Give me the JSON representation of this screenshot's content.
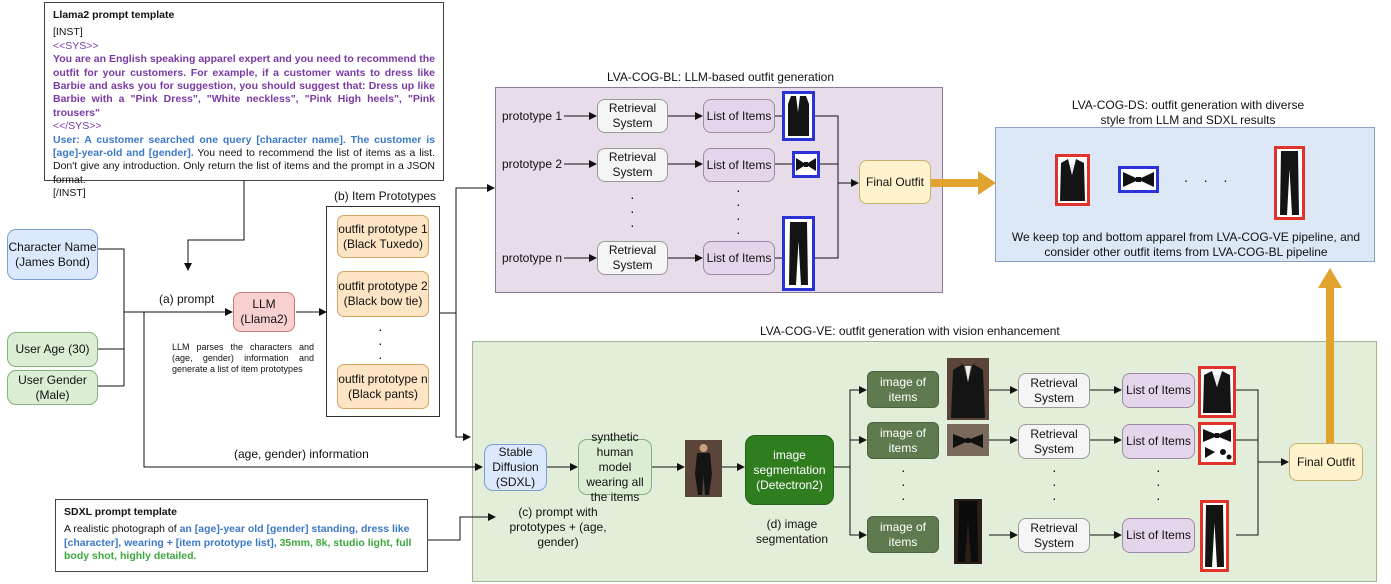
{
  "llama_template": {
    "title": "Llama2 prompt template",
    "inst_open": "[INST]",
    "sys_open": "<<SYS>>",
    "sys_text": "You are an English speaking apparel expert and you need to recommend the outfit for your customers. For example, if a customer wants to dress like Barbie and asks you for suggestion, you should suggest that: Dress up like Barbie with a \"Pink Dress\", \"White neckless\", \"Pink High heels\", \"Pink trousers\"",
    "sys_close": "<</SYS>>",
    "user_text": "User: A customer searched one query [character name]. The customer is [age]-year-old and [gender].",
    "plain_text": " You need to recommend the list of items as a list. Don't give any introduction. Only return the list of items and the prompt in a JSON format.",
    "inst_close": "[/INST]"
  },
  "inputs": {
    "character": "Character Name (James Bond)",
    "age": "User Age (30)",
    "gender": "User Gender (Male)"
  },
  "prompt_label": "(a) prompt",
  "llm": {
    "label": "LLM (Llama2)",
    "note": "LLM parses the characters and (age, gender) information and generate a list of item prototypes"
  },
  "prototypes": {
    "title": "(b) Item Prototypes",
    "p1": "outfit prototype 1 (Black Tuxedo)",
    "p2": "outfit prototype 2 (Black bow tie)",
    "pn": "outfit prototype n (Black pants)"
  },
  "bl": {
    "title": "LVA-COG-BL: LLM-based outfit generation",
    "rows": [
      "prototype 1",
      "prototype 2",
      "prototype n"
    ],
    "retrieval": "Retrieval System",
    "list": "List of Items",
    "final": "Final Outfit"
  },
  "ds": {
    "title": "LVA-COG-DS: outfit generation with diverse style from LLM and SDXL results",
    "ellipsis": ". . .",
    "note": "We keep top and bottom apparel from LVA-COG-VE pipeline, and consider other outfit items from LVA-COG-BL pipeline"
  },
  "ve": {
    "title": "LVA-COG-VE: outfit generation with vision enhancement",
    "age_gender": "(age, gender) information",
    "sd": "Stable Diffusion (SDXL)",
    "synthetic": "synthetic human model wearing all the items",
    "segmentation": "image segmentation (Detectron2)",
    "seg_label": "(d) image segmentation",
    "prompt_label": "(c) prompt with prototypes + (age, gender)",
    "image_items": "image of items",
    "retrieval": "Retrieval System",
    "list": "List of Items",
    "final": "Final Outfit"
  },
  "sdxl_template": {
    "title": "SDXL prompt template",
    "plain": "A realistic photograph of ",
    "blue": "an [age]-year old [gender] standing, dress like [character], wearing + [item prototype list],",
    "green": " 35mm, 8k, studio light, full body shot, highly detailed."
  },
  "colors": {
    "bl_panel": "#e6dcea",
    "ds_panel": "#dde8f7",
    "ve_panel": "#e3eeda",
    "arrow_orange": "#e0a32e",
    "frame_blue": "#2b33d6",
    "frame_red": "#e0342a"
  }
}
